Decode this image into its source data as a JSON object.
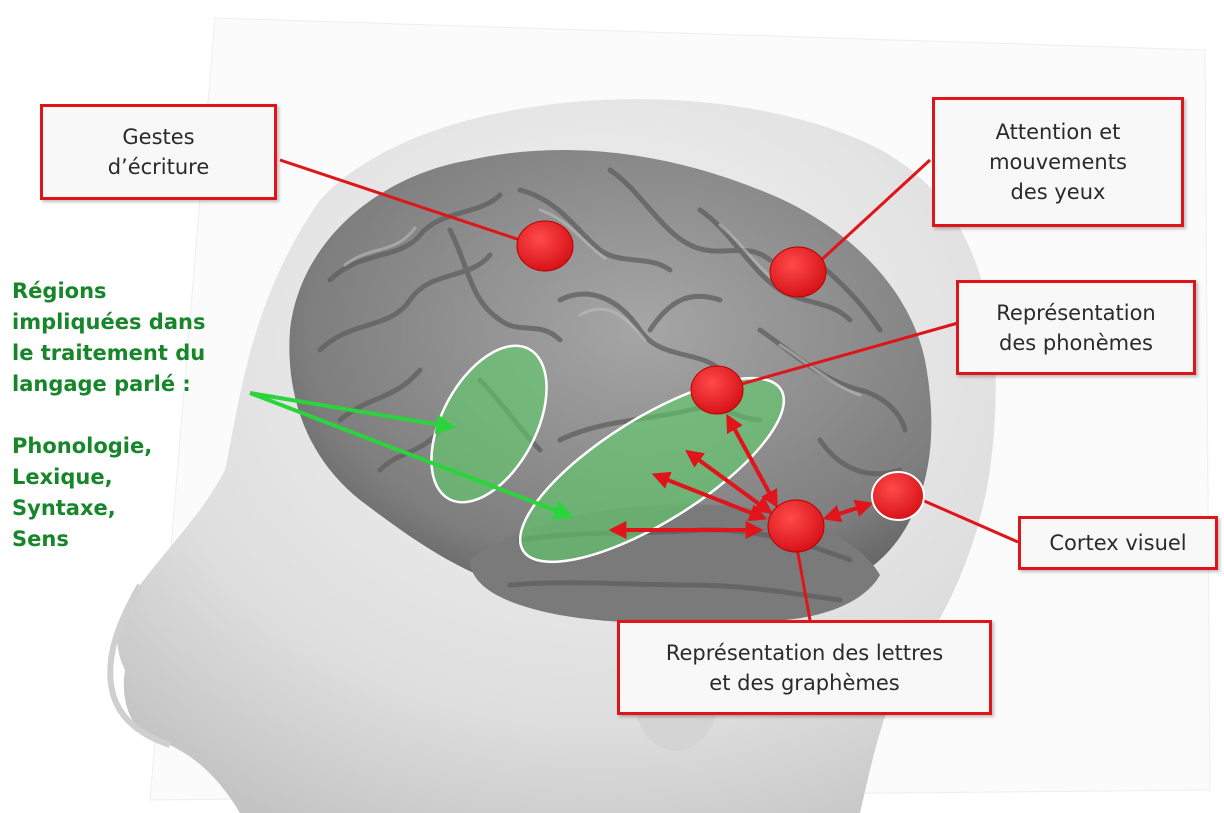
{
  "labels": {
    "writing_gestures": [
      "Gestes",
      "d’écriture"
    ],
    "eye_attention": [
      "Attention et",
      "mouvements",
      "des yeux"
    ],
    "phonemes": [
      "Représentation",
      "des phonèmes"
    ],
    "visual_cortex": [
      "Cortex visuel"
    ],
    "letters_graphemes": [
      "Représentation des lettres",
      "et des graphèmes"
    ]
  },
  "spoken_language": {
    "heading": [
      "Régions",
      "impliquées dans",
      "le traitement du",
      "langage parlé :"
    ],
    "components": [
      "Phonologie,",
      "Lexique,",
      "Syntaxe,",
      "Sens"
    ]
  },
  "colors": {
    "marker_red": "#e0141b",
    "green_region": "#5fcf6a",
    "green_text": "#17862a",
    "brain_gray": "#8d8d8d",
    "head_gray": "#dcdcdc"
  }
}
